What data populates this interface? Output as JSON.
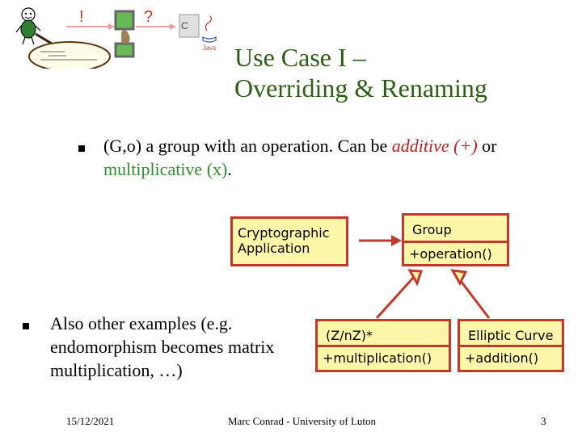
{
  "slide": {
    "title_line1": "Use Case I –",
    "title_line2": "Overriding & Renaming",
    "bullet1": {
      "part1": "(G,o) a group with an operation. Can be ",
      "additive": "additive",
      "part2": " ",
      "plus": "(+)",
      "part3": " or ",
      "multiplicative": "multiplicative (x)",
      "part4": "."
    },
    "bullet2": "Also other examples (e.g. endomorphism becomes matrix multiplication, …)"
  },
  "diagram": {
    "app_box": {
      "line1": "Cryptographic",
      "line2": "Application"
    },
    "group_box": {
      "line1": "Group",
      "line2": "+operation()"
    },
    "zn_box": {
      "line1": "(Z/nZ)*",
      "line2": "+multiplication()"
    },
    "ec_box": {
      "line1": "Elliptic Curve",
      "line2": "+addition()"
    }
  },
  "logo": {
    "exclaim": "!",
    "question": "?",
    "java_label": "Java"
  },
  "footer": {
    "date": "15/12/2021",
    "author": "Marc Conrad - University of Luton",
    "page": "3"
  },
  "colors": {
    "title": "#2e5e16",
    "box_fill": "#fdf7aa",
    "box_border": "#c0392b",
    "arrow": "#c0392b",
    "additive": "#b22222",
    "multiplicative": "#2e8b2e"
  }
}
